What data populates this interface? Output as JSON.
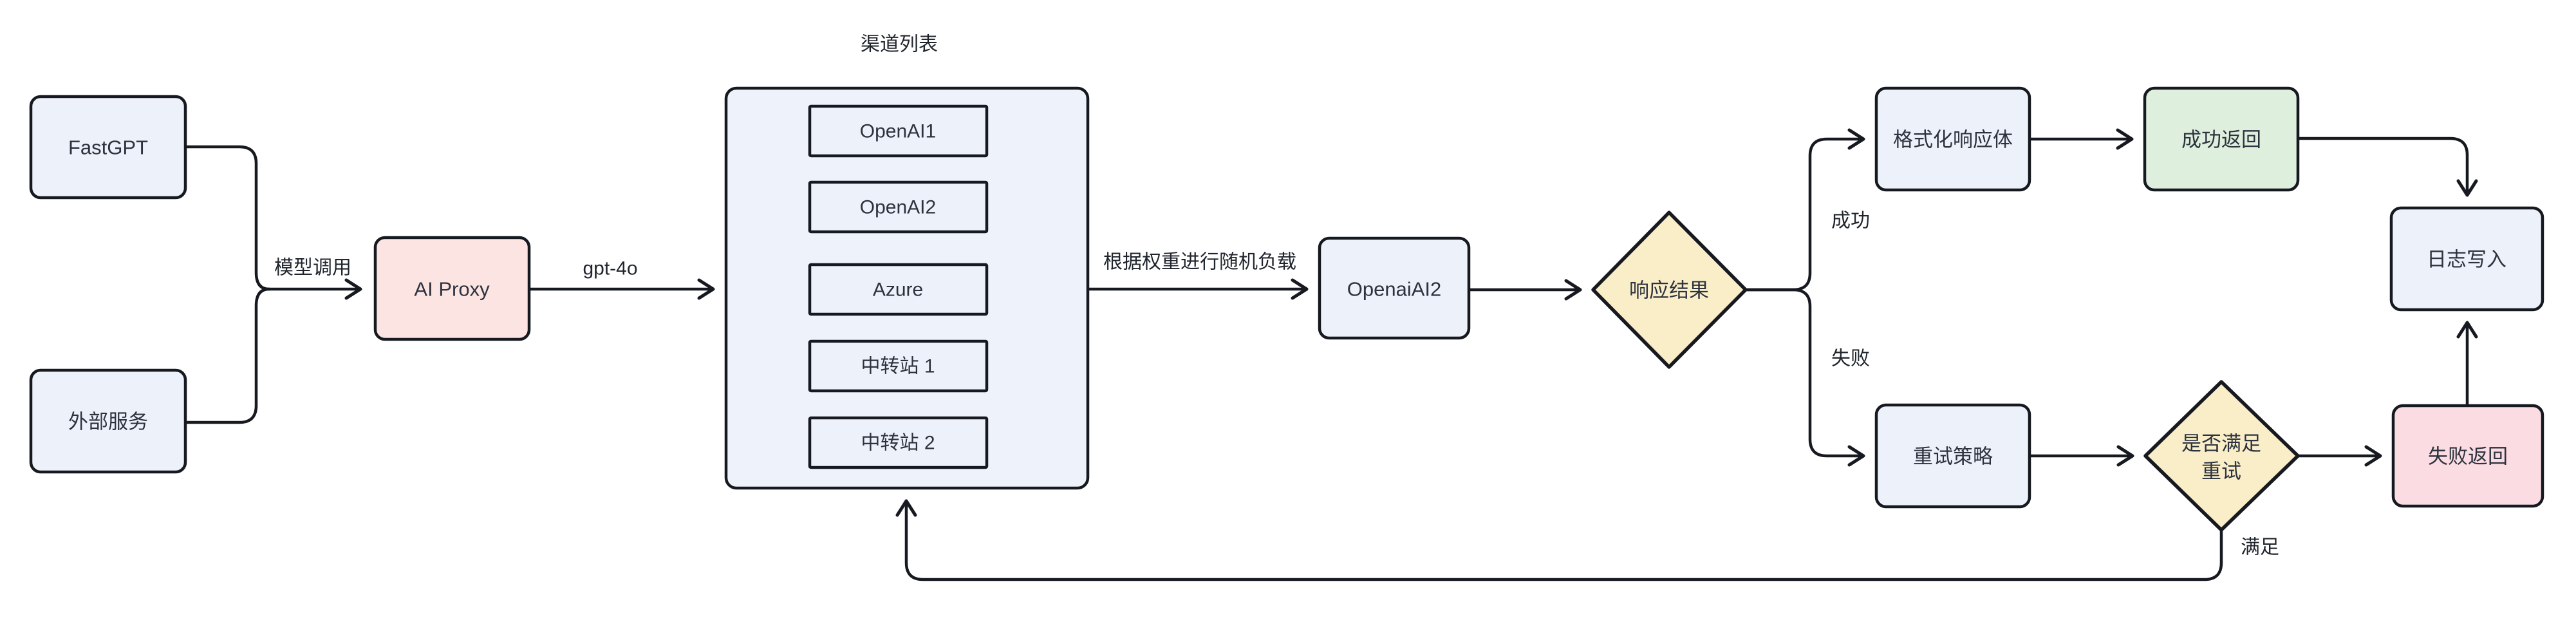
{
  "diagram": {
    "background": "#ffffff",
    "stroke_color": "#16191f",
    "text_color": "#2c323e",
    "colors": {
      "node_blue": "#edf1f9",
      "container_blue": "#eef2fa",
      "node_pink": "#fce4e3",
      "node_pink_fail": "#fadce2",
      "node_yellow": "#faeec9",
      "node_green": "#def0dd"
    },
    "nodes": {
      "fastgpt": {
        "label": "FastGPT"
      },
      "external_service": {
        "label": "外部服务"
      },
      "ai_proxy": {
        "label": "AI Proxy"
      },
      "channel_list": {
        "title": "渠道列表",
        "channels": [
          "OpenAI1",
          "OpenAI2",
          "Azure",
          "中转站 1",
          "中转站 2"
        ]
      },
      "selected_channel": {
        "label": "OpenaiAI2"
      },
      "response_result": {
        "label": "响应结果"
      },
      "format_response": {
        "label": "格式化响应体"
      },
      "success_return": {
        "label": "成功返回"
      },
      "log_write": {
        "label": "日志写入"
      },
      "retry_strategy": {
        "label": "重试策略"
      },
      "retry_check": {
        "line1": "是否满足",
        "line2": "重试"
      },
      "fail_return": {
        "label": "失败返回"
      }
    },
    "edge_labels": {
      "model_call": "模型调用",
      "model_name": "gpt-4o",
      "weighted_load": "根据权重进行随机负载",
      "success": "成功",
      "fail": "失败",
      "satisfied": "满足"
    }
  }
}
